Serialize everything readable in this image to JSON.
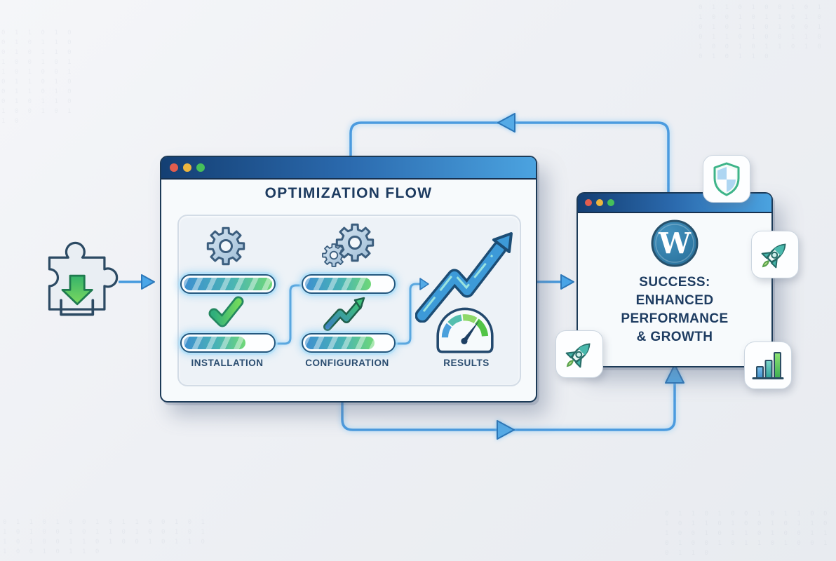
{
  "main_window": {
    "title": "OPTIMIZATION FLOW",
    "steps": [
      {
        "label": "INSTALLATION",
        "icons": [
          "gear-icon",
          "checkmark-icon"
        ],
        "top_progress": 100,
        "bottom_progress": 70
      },
      {
        "label": "CONFIGURATION",
        "icons": [
          "gears-icon",
          "trend-up-icon"
        ],
        "top_progress": 76,
        "bottom_progress": 80
      },
      {
        "label": "RESULTS",
        "icons": [
          "growth-arrow-icon",
          "speedometer-icon"
        ]
      }
    ]
  },
  "success_window": {
    "logo": "wordpress-logo",
    "lines": [
      "SUCCESS:",
      "ENHANCED",
      "PERFORMANCE",
      "& GROWTH"
    ]
  },
  "left_icon": "plugin-download-icon",
  "side_icons": [
    "shield-icon",
    "rocket-icon",
    "rocket-icon",
    "bar-chart-icon"
  ],
  "colors": {
    "accent_blue": "#3d96d8",
    "accent_green": "#5fce66",
    "titlebar_start": "#143f73",
    "titlebar_end": "#4ba3e0",
    "text_navy": "#1d3b60",
    "progress_start": "#3e8fd0",
    "progress_end": "#6fd877"
  },
  "background": {
    "texture": "0 1 1 0 1 0 0 1 0 1 1 0 0 1 0 1 1 0 1 0 0 1 0 1 1 0 1 0 0 1 0 1 1 0 1 0 0 1 1 0 1 0 0 1 0 1 1 0 1 0 0 1 0 1 1 0"
  }
}
